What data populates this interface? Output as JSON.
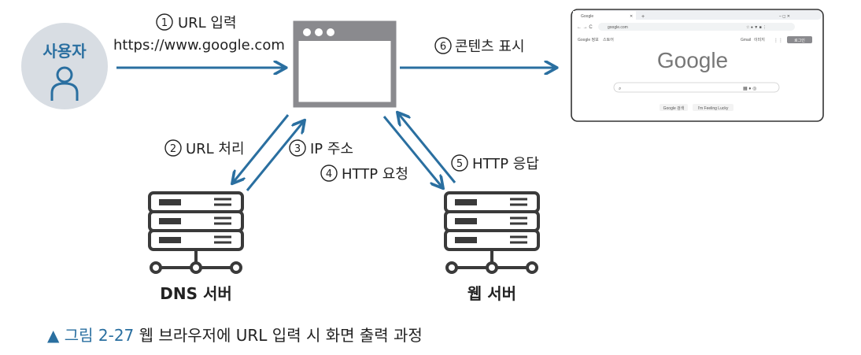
{
  "user": {
    "label": "사용자"
  },
  "steps": {
    "s1": {
      "num": "1",
      "text": "URL 입력"
    },
    "s1_url": "https://www.google.com",
    "s2": {
      "num": "2",
      "text": "URL 처리"
    },
    "s3": {
      "num": "3",
      "text": "IP 주소"
    },
    "s4": {
      "num": "4",
      "text": "HTTP 요청"
    },
    "s5": {
      "num": "5",
      "text": "HTTP 응답"
    },
    "s6": {
      "num": "6",
      "text": "콘텐츠 표시"
    }
  },
  "servers": {
    "dns": "DNS 서버",
    "web": "웹 서버"
  },
  "screenshot": {
    "tab_title": "Google",
    "new_tab": "+",
    "address": "google.com",
    "top_links": [
      "Google 정보",
      "스토어"
    ],
    "right_links": [
      "Gmail",
      "이미지"
    ],
    "login": "로그인",
    "logo": "Google",
    "buttons": [
      "Google 검색",
      "I'm Feeling Lucky"
    ]
  },
  "caption": {
    "marker": "▲ 그림 2-27",
    "text": "웹 브라우저에 URL 입력 시 화면 출력 과정"
  },
  "colors": {
    "arrow": "#2a6fa0",
    "server": "#3a3a3a",
    "window": "#8a8a8e",
    "user_bg": "#d8dde3",
    "user_icon": "#2a6fa0"
  }
}
